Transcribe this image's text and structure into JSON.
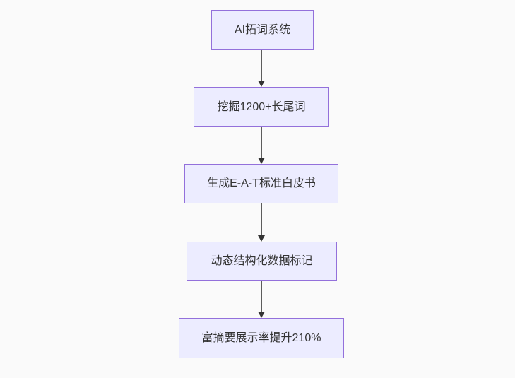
{
  "flowchart": {
    "type": "flowchart",
    "direction": "top-down",
    "nodes": [
      {
        "label": "AI拓词系统"
      },
      {
        "label": "挖掘1200+长尾词"
      },
      {
        "label": "生成E-A-T标准白皮书"
      },
      {
        "label": "动态结构化数据标记"
      },
      {
        "label": "富摘要展示率提升210%"
      }
    ],
    "edges": [
      {
        "from": 0,
        "to": 1
      },
      {
        "from": 1,
        "to": 2
      },
      {
        "from": 2,
        "to": 3
      },
      {
        "from": 3,
        "to": 4
      }
    ],
    "colors": {
      "background": "#fafafa",
      "node_fill": "#ECECFF",
      "node_border": "#9370DB",
      "node_text": "#333333",
      "edge_line": "#5c5c5c",
      "arrowhead": "#333333"
    }
  }
}
